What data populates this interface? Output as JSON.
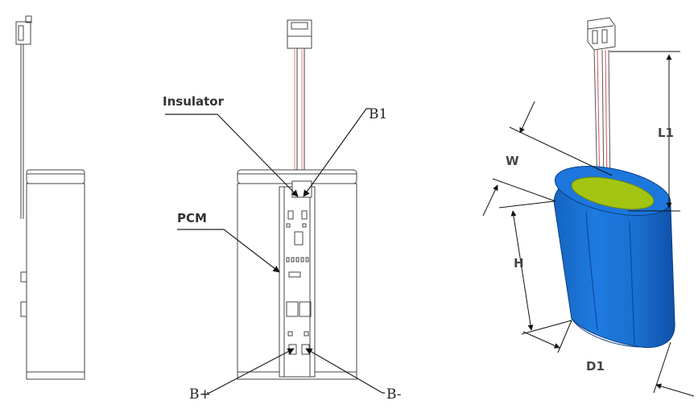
{
  "labels": {
    "insulator": "Insulator",
    "b1": "B1",
    "pcm": "PCM",
    "b_plus": "B+",
    "b_minus": "B-",
    "w": "W",
    "l1": "L1",
    "h": "H",
    "d1": "D1"
  },
  "colors": {
    "line": "#333333",
    "wire_red": "#e05050",
    "cell_blue": "#1a73d9",
    "cell_blue_dark": "#0e5ab8",
    "cell_top": "#9ec41a"
  }
}
